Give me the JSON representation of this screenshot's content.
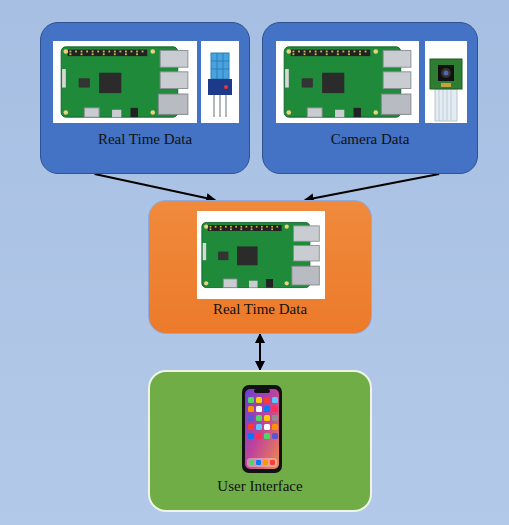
{
  "diagram": {
    "nodes": [
      {
        "text": [
          "Real Time Data"
        ]
      },
      {
        "text": [
          "Camera Data"
        ]
      },
      {
        "text": [
          "Real Time Data"
        ]
      },
      {
        "text": [
          "User Interface"
        ]
      }
    ],
    "edges": [
      {
        "from": 0,
        "to": 2,
        "arrow": "to"
      },
      {
        "from": 1,
        "to": 2,
        "arrow": "to"
      },
      {
        "from": 2,
        "to": 3,
        "arrow": "both"
      }
    ]
  }
}
